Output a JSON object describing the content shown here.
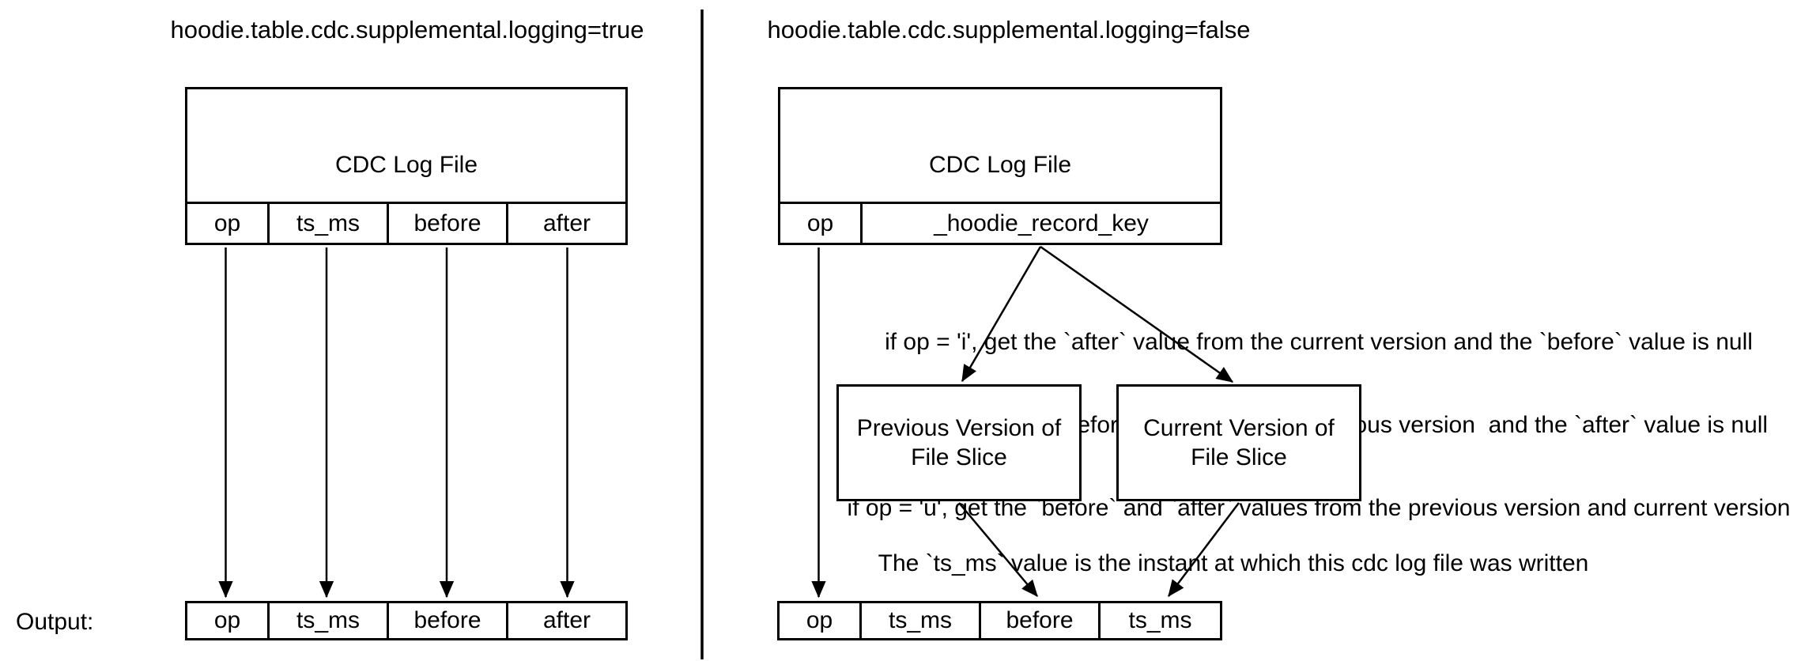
{
  "colors": {
    "line": "#000000",
    "background": "#ffffff",
    "text": "#000000"
  },
  "left_panel": {
    "title": "hoodie.table.cdc.supplemental.logging=true",
    "cdc_box": {
      "label": "CDC Log File",
      "columns": [
        "op",
        "ts_ms",
        "before",
        "after"
      ]
    },
    "output_label": "Output:",
    "output_row": [
      "op",
      "ts_ms",
      "before",
      "after"
    ]
  },
  "right_panel": {
    "title": "hoodie.table.cdc.supplemental.logging=false",
    "cdc_box": {
      "label": "CDC Log File",
      "columns": [
        "op",
        "_hoodie_record_key"
      ]
    },
    "rules": [
      "if op = 'i', get the `after` value from the current version and the `before` value is null",
      "if op = 'd', get the `before` value from the previous version  and the `after` value is null",
      "if op = 'u', get the `before` and `after` values from the previous version and current version"
    ],
    "previous_version_box": {
      "line1": "Previous Version of",
      "line2": "File Slice"
    },
    "current_version_box": {
      "line1": "Current Version of",
      "line2": "File Slice"
    },
    "ts_note": "The `ts_ms` value is the instant at which this cdc log file was written",
    "output_row": [
      "op",
      "ts_ms",
      "before",
      "ts_ms"
    ]
  }
}
